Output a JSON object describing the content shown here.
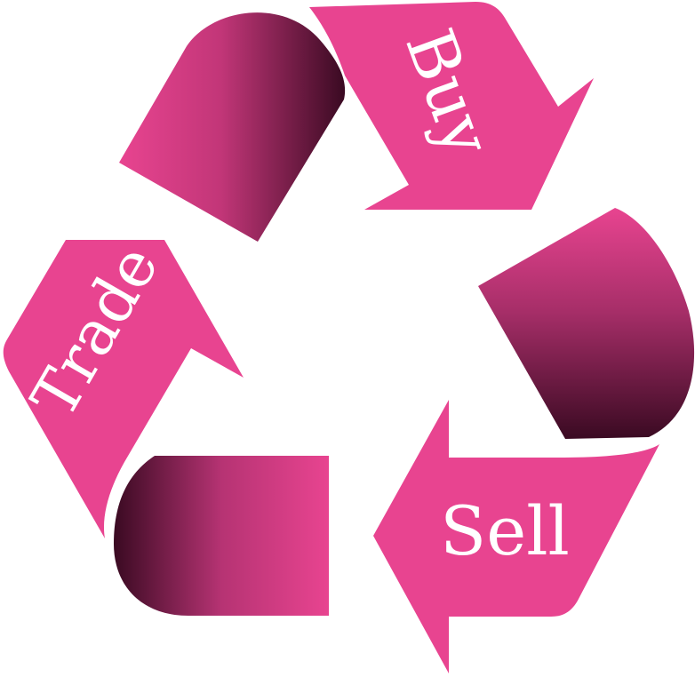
{
  "diagram": {
    "labels": {
      "buy": "Buy",
      "sell": "Sell",
      "trade": "Trade"
    },
    "colors": {
      "arrow_pink": "#E84490",
      "gradient_light": "#E84490",
      "gradient_dark": "#3A0A22",
      "background": "#FFFFFF"
    }
  }
}
